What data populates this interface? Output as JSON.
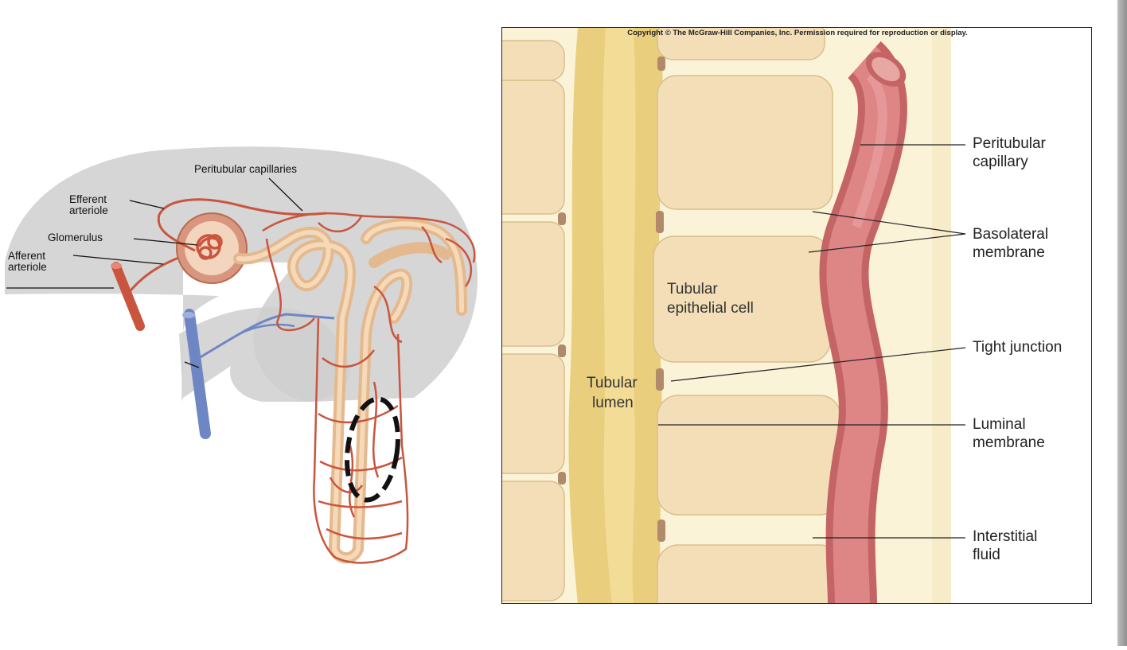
{
  "left_labels": {
    "peritubular_capillaries": "Peritubular capillaries",
    "efferent_arteriole": [
      "Efferent",
      "arteriole"
    ],
    "glomerulus": "Glomerulus",
    "afferent_arteriole": [
      "Afferent",
      "arteriole"
    ]
  },
  "right_panel": {
    "copyright": "Copyright © The McGraw-Hill Companies, Inc. Permission required for reproduction or display.",
    "labels": {
      "peritubular_capillary": [
        "Peritubular",
        "capillary"
      ],
      "basolateral_membrane": [
        "Basolateral",
        "membrane"
      ],
      "tight_junction": "Tight junction",
      "luminal_membrane": [
        "Luminal",
        "membrane"
      ],
      "interstitial_fluid": [
        "Interstitial",
        "fluid"
      ],
      "tubular_epithelial_cell": [
        "Tubular",
        "epithelial cell"
      ],
      "tubular_lumen": [
        "Tubular",
        "lumen"
      ]
    }
  },
  "colors": {
    "artery": "#c9553e",
    "vein": "#6f86c4",
    "tubule": "#f2c9a0",
    "cell": "#f5e2bd",
    "lumen": "#e7cd7a",
    "capillary": "#dc7a78",
    "highlight": "#111111"
  }
}
